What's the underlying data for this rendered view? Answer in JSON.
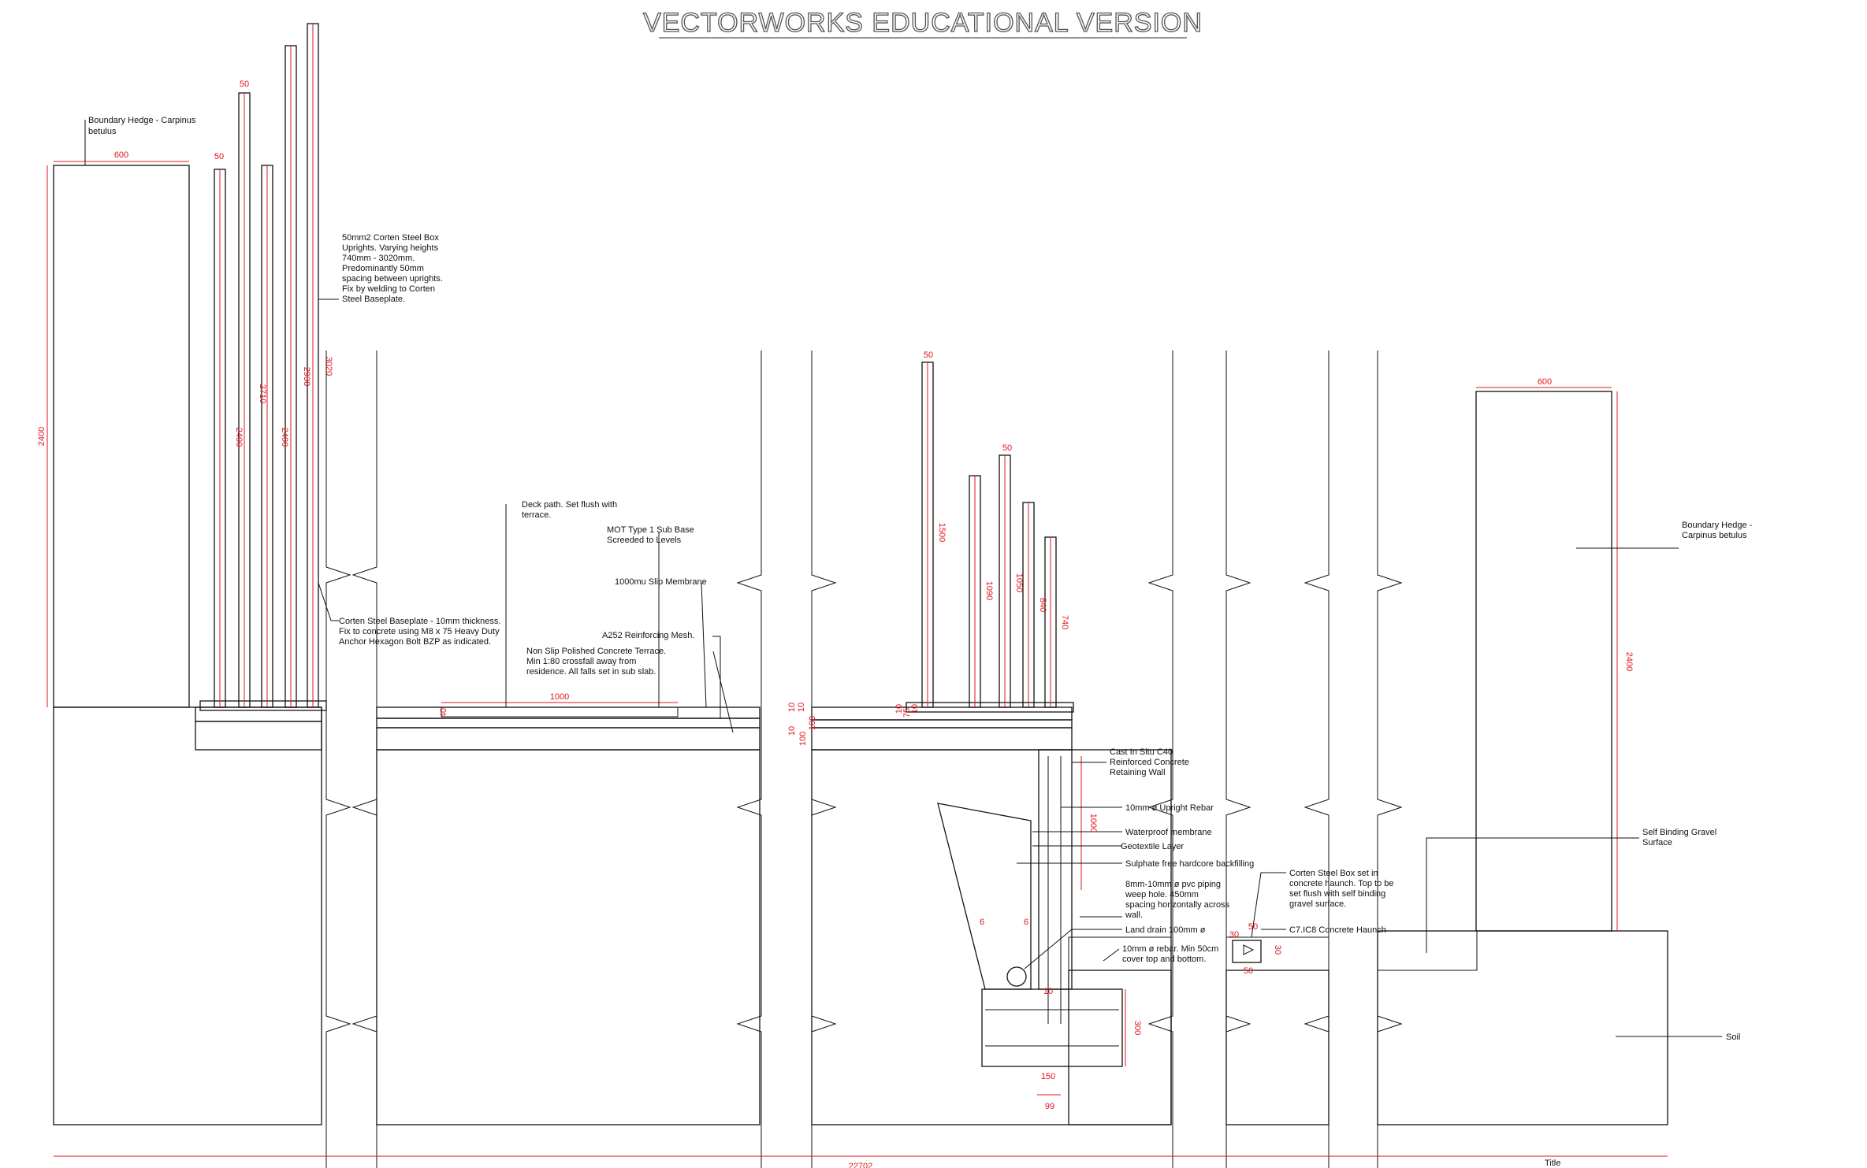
{
  "watermark": "VECTORWORKS EDUCATIONAL VERSION",
  "title_block": "Title",
  "overall_dimension": "22702",
  "colors": {
    "linework": "#111111",
    "dimensions": "#e0141e"
  },
  "labels": {
    "hedge_left": [
      "Boundary Hedge - Carpinus",
      "betulus"
    ],
    "uprights": [
      "50mm2 Corten Steel Box",
      "Uprights. Varying heights",
      "740mm - 3020mm.",
      "Predominantly 50mm",
      "spacing between uprights.",
      "Fix by welding to Corten",
      "Steel Baseplate."
    ],
    "baseplate": [
      "Corten Steel Baseplate - 10mm thickness.",
      "Fix to concrete using M8 x 75 Heavy Duty",
      "Anchor Hexagon Bolt BZP as indicated."
    ],
    "deck_path": [
      "Deck path.  Set flush with",
      "terrace."
    ],
    "mot": [
      "MOT Type 1 Sub Base",
      "Screeded to Levels"
    ],
    "slip": [
      "1000mu Slip Membrane"
    ],
    "mesh": [
      "A252 Reinforcing Mesh."
    ],
    "terrace": [
      "Non Slip Polished Concrete Terrace.",
      "Min 1:80 crossfall away from",
      "residence.  All falls set in sub slab."
    ],
    "wall": [
      "Cast In Situ C40",
      "Reinforced Concrete",
      "Retaining Wall"
    ],
    "rebar_upright": [
      "10mm ø Upright Rebar"
    ],
    "waterproof": [
      "Waterproof membrane"
    ],
    "geotextile": [
      "Geotextile Layer"
    ],
    "sulphate": [
      "Sulphate free hardcore backfilling"
    ],
    "weep": [
      "8mm-10mm ø pvc piping",
      "weep hole.  450mm",
      "spacing horizontally across",
      "wall."
    ],
    "land_drain": [
      "Land drain 100mm ø"
    ],
    "rebar": [
      "10mm ø rebar.  Min 50cm",
      "cover top and bottom."
    ],
    "corten_box": [
      "Corten Steel Box set in",
      "concrete haunch.  Top to be",
      "set flush with self binding",
      "gravel surface."
    ],
    "haunch": [
      "C7.IC8 Concrete Haunch"
    ],
    "gravel": [
      "Self Binding Gravel",
      "Surface"
    ],
    "hedge_right": [
      "Boundary Hedge -",
      "Carpinus betulus"
    ],
    "soil": [
      "Soil"
    ]
  },
  "dimensions": {
    "hedge_left_width": "600",
    "hedge_left_height": "2400",
    "upright_width_a": "50",
    "upright_width_b": "50",
    "left_heights": [
      "2400",
      "2710",
      "2400",
      "2938",
      "3020"
    ],
    "deck_length": "1000",
    "deck_depth": "40",
    "right_upright_width": "50",
    "right_upright_width_b": "50",
    "right_heights": [
      "1500",
      "1090",
      "1050",
      "840",
      "740"
    ],
    "slab_left": [
      "10",
      "10",
      "10",
      "100",
      "100"
    ],
    "slab_right": [
      "75",
      "10",
      "10"
    ],
    "wall_height": "1000",
    "footing_depth": "300",
    "footing_width": "99",
    "footing_sub": "150",
    "toe_a": "6",
    "toe_b": "6",
    "wall_base": "10",
    "box_dims": [
      "30",
      "50",
      "30",
      "50"
    ],
    "hedge_right_width": "600",
    "hedge_right_height": "2400"
  }
}
